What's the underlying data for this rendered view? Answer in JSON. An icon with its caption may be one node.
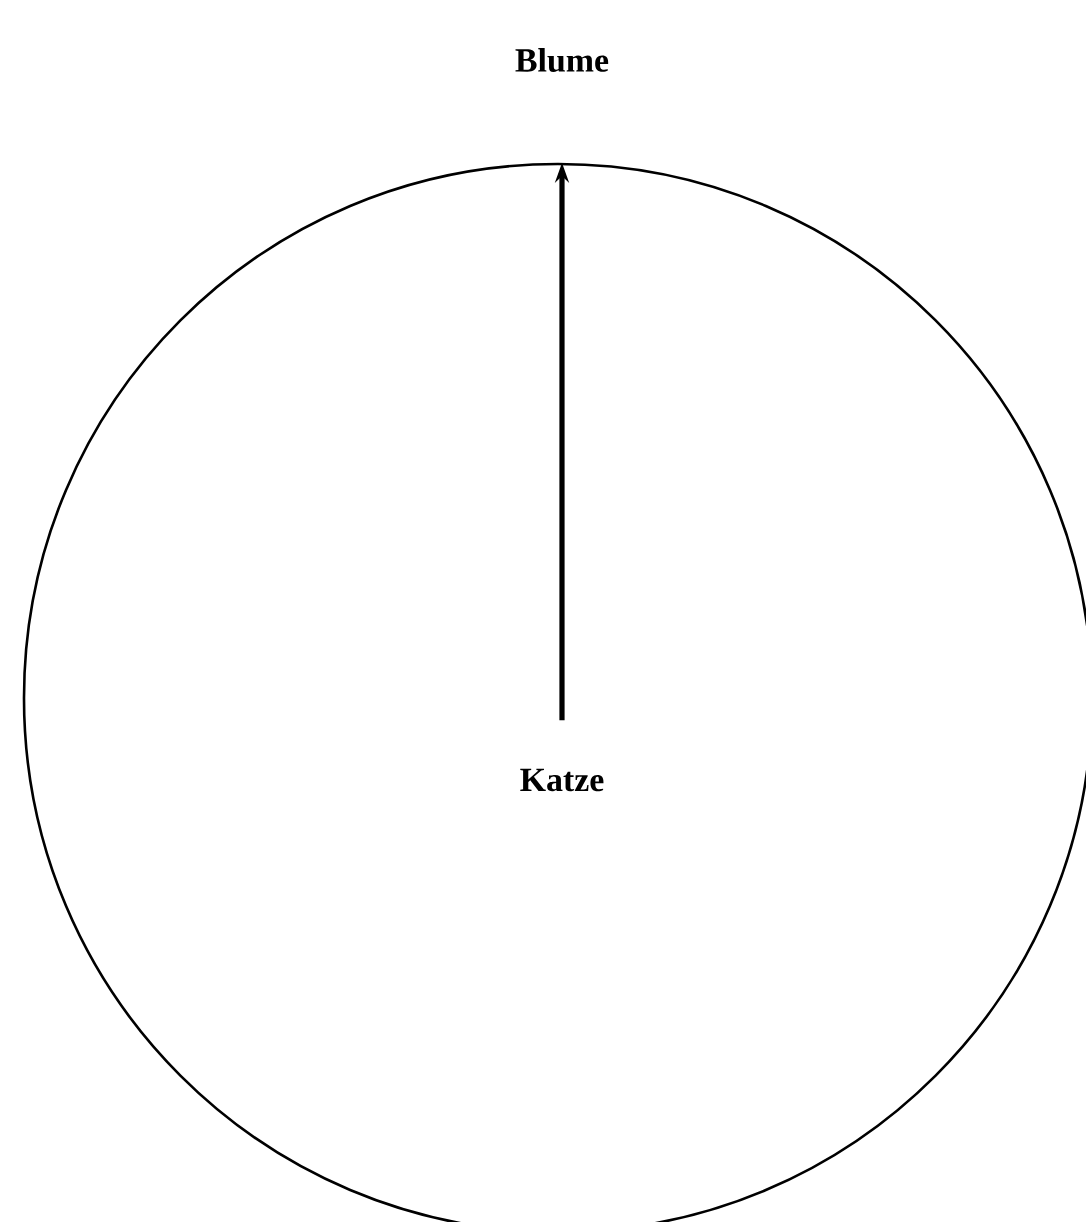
{
  "diagram": {
    "nodes": [
      {
        "text": [],
        "shape": "circle"
      },
      {
        "text": [
          "Katze"
        ],
        "in": 0
      },
      {
        "text": [
          "Blume"
        ]
      }
    ],
    "edges": [
      {
        "from": 1,
        "to": 2,
        "arrow": "to"
      }
    ]
  }
}
